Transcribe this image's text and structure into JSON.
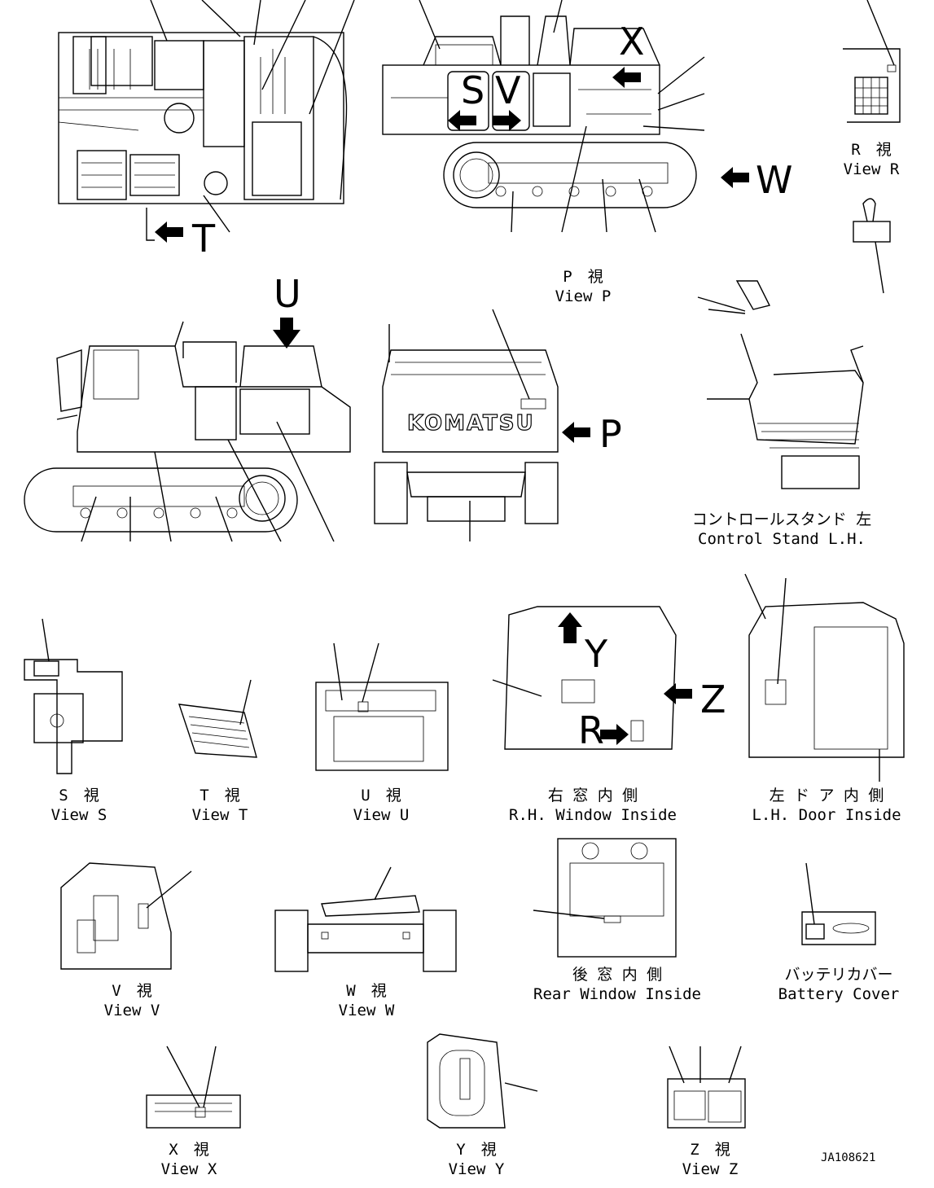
{
  "views": {
    "p": {
      "ja": "P　視",
      "en": "View P"
    },
    "r": {
      "ja": "R　視",
      "en": "View R"
    },
    "s": {
      "ja": "S　視",
      "en": "View S"
    },
    "t": {
      "ja": "T　視",
      "en": "View T"
    },
    "u": {
      "ja": "U　視",
      "en": "View U"
    },
    "v": {
      "ja": "V　視",
      "en": "View V"
    },
    "w": {
      "ja": "W　視",
      "en": "View W"
    },
    "x": {
      "ja": "X　視",
      "en": "View X"
    },
    "y": {
      "ja": "Y　視",
      "en": "View Y"
    },
    "z": {
      "ja": "Z　視",
      "en": "View Z"
    },
    "rh_window": {
      "ja": "右 窓 内 側",
      "en": "R.H. Window Inside"
    },
    "lh_door": {
      "ja": "左 ド ア 内 側",
      "en": "L.H. Door Inside"
    },
    "rear_window": {
      "ja": "後 窓 内 側",
      "en": "Rear Window Inside"
    },
    "battery": {
      "ja": "バッテリカバー",
      "en": "Battery Cover"
    },
    "control_stand": {
      "ja": "コントロールスタンド 左",
      "en": "Control Stand L.H."
    }
  },
  "arrows": {
    "s": "S",
    "v": "V",
    "x": "X",
    "w": "W",
    "t": "T",
    "u": "U",
    "p": "P",
    "y": "Y",
    "z": "Z",
    "r": "R"
  },
  "brand": "KOMATSU",
  "drawing_code": "JA108621"
}
